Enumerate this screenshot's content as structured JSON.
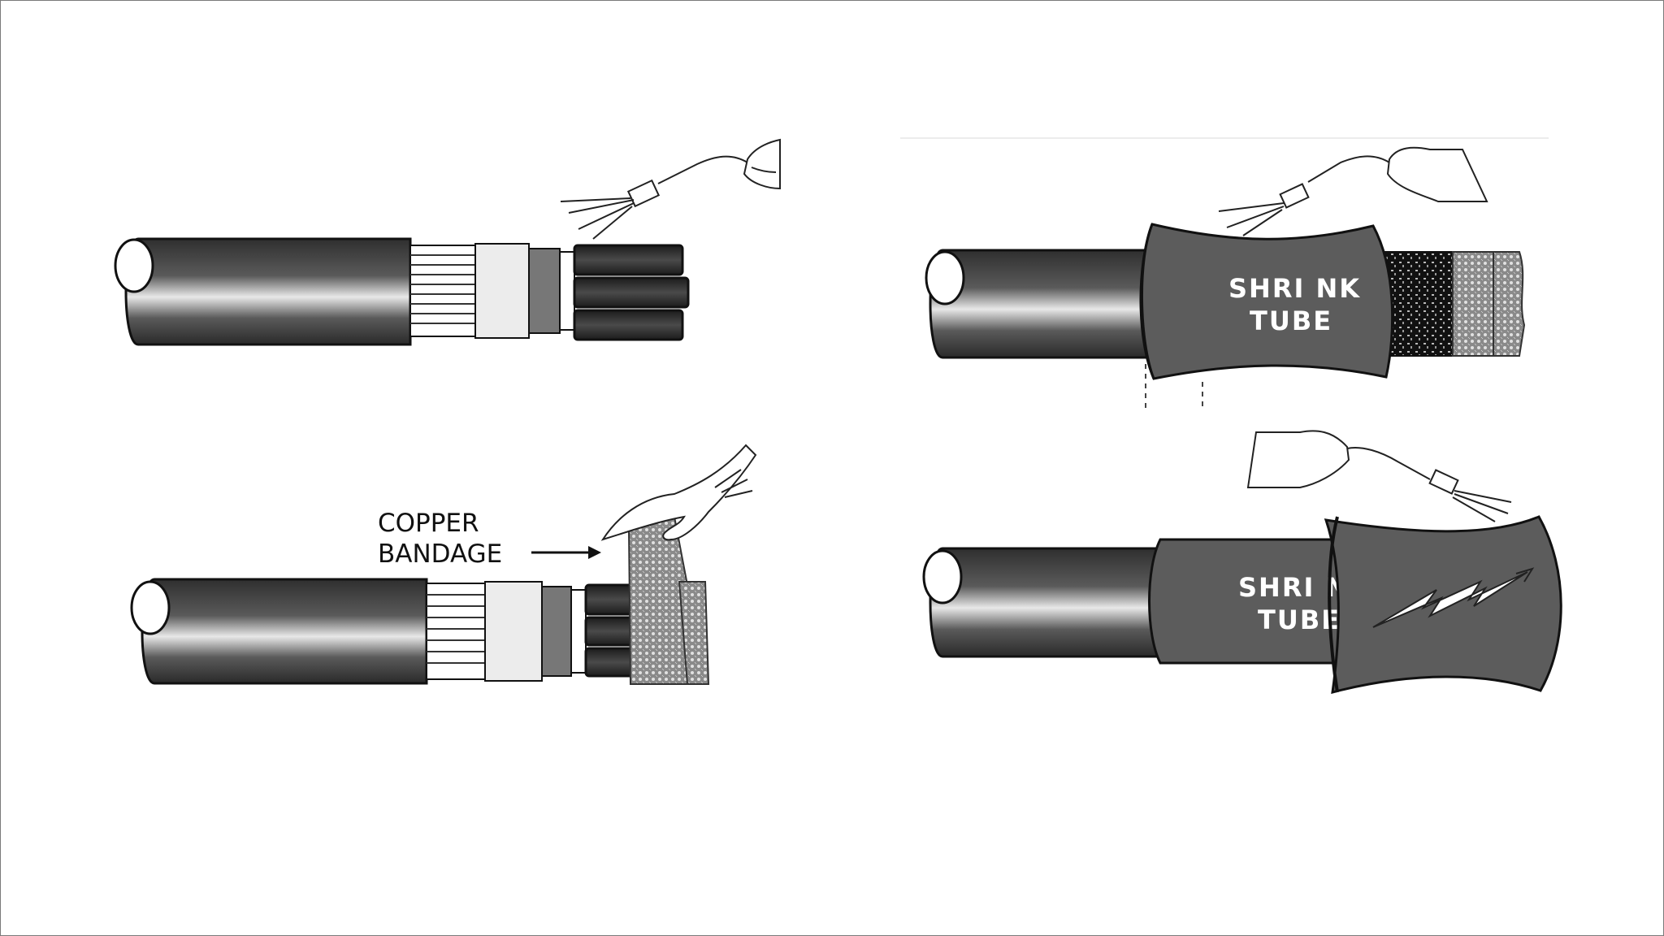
{
  "labels": {
    "copper_bandage_line1": "COPPER",
    "copper_bandage_line2": "BANDAGE",
    "shrink_tube_line1_upper": "SHRI NK",
    "shrink_tube_line2_upper": "TUBE",
    "shrink_tube_line1_lower": "SHRI NK",
    "shrink_tube_line2_lower": "TUBE"
  },
  "colors": {
    "cable_dark": "#3a3a3a",
    "cable_highlight": "#e6e6e6",
    "tube_fill": "#5c5c5c",
    "core_fill": "#2e2e2e",
    "outline": "#111111"
  }
}
